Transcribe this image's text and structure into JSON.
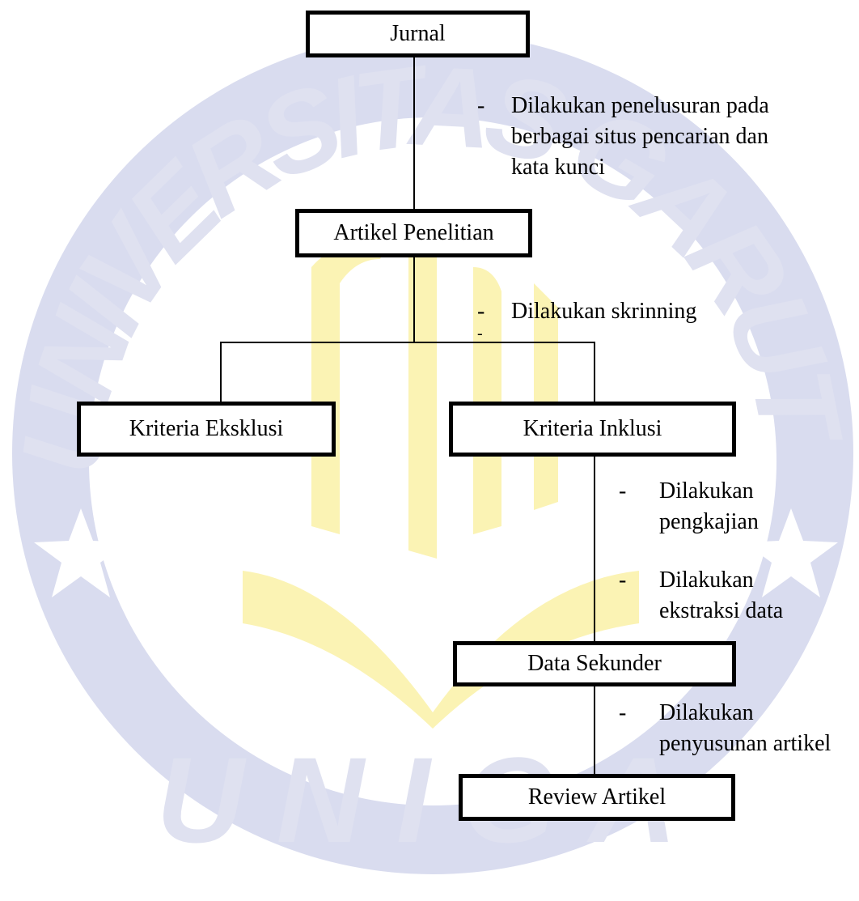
{
  "watermark": {
    "arc_text": [
      "U",
      "N",
      "I",
      "V",
      "E",
      "R",
      "S",
      "I",
      "T",
      "A",
      "S",
      " ",
      "G",
      "A",
      "R",
      "U",
      "T"
    ],
    "bottom_text": [
      "U",
      "N",
      "I",
      "G",
      "A"
    ],
    "circle_color": "#d9dcef",
    "letter_color": "#dfe1f0",
    "emblem_color": "#fbf3b4"
  },
  "boxes": {
    "jurnal": "Jurnal",
    "artikel_penelitian": "Artikel Penelitian",
    "kriteria_eksklusi": "Kriteria Eksklusi",
    "kriteria_inklusi": "Kriteria Inklusi",
    "data_sekunder": "Data Sekunder",
    "review_artikel": "Review Artikel"
  },
  "notes": {
    "penelusuran": {
      "dash": "-",
      "lines": [
        "Dilakukan penelusuran pada",
        "berbagai situs pencarian dan",
        "kata kunci"
      ]
    },
    "skrinning": {
      "dash": "-",
      "text": "Dilakukan skrinning",
      "extra_dash": "-"
    },
    "pengkajian": {
      "dash": "-",
      "lines": [
        "Dilakukan",
        "pengkajian"
      ]
    },
    "ekstraksi": {
      "dash": "-",
      "lines": [
        "Dilakukan",
        "ekstraksi data"
      ]
    },
    "penyusunan": {
      "dash": "-",
      "lines": [
        "Dilakukan",
        "penyusunan artikel"
      ]
    }
  }
}
